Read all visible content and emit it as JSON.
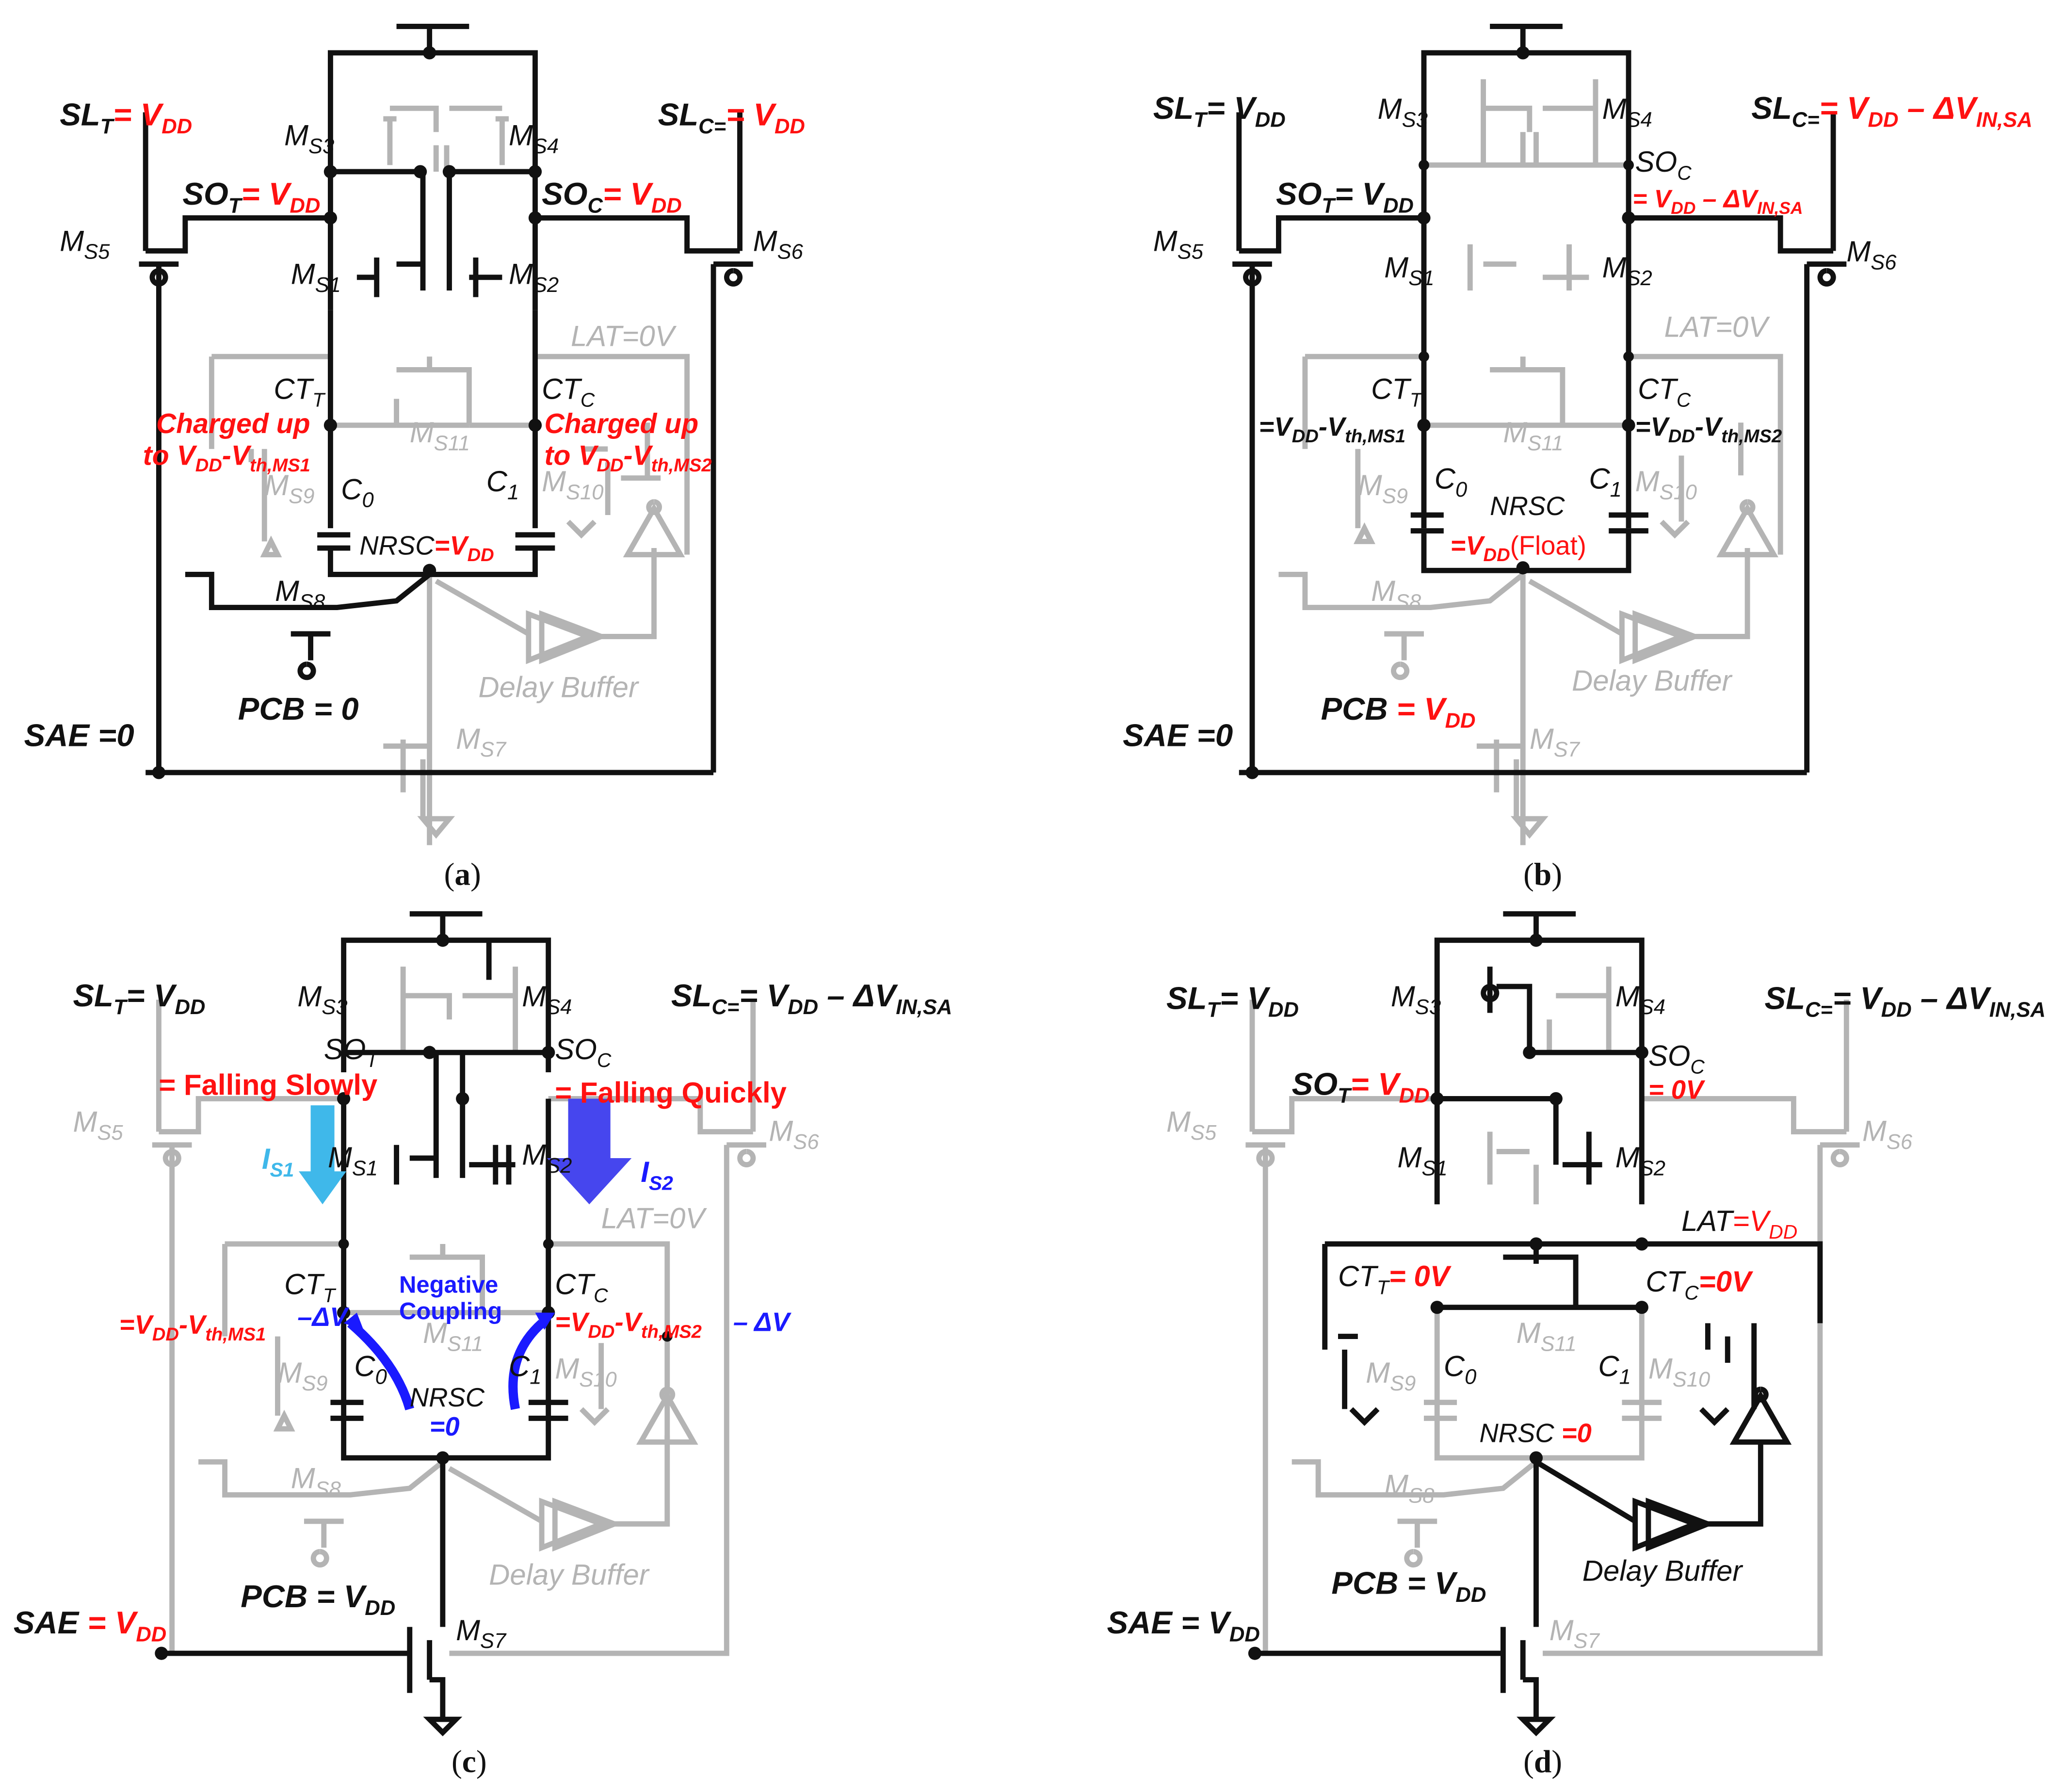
{
  "colors": {
    "black": "#111111",
    "gray": "#b4b4b4",
    "red": "#ff1111",
    "blue": "#1a1aff",
    "lightblue": "#3fb8ea",
    "arrowblue": "#4646ee"
  },
  "panels": [
    {
      "caption": "a",
      "transistors": {
        "ms3": "S3",
        "ms4": "S4",
        "ms5": "S5",
        "ms6": "S6",
        "ms1": "S1",
        "ms2": "S2",
        "ms11": "S11",
        "ms9": "S9",
        "ms10": "S10",
        "ms8": "S8",
        "ms7": "S7"
      },
      "caps": {
        "c0": "0",
        "c1": "1"
      },
      "texts": {
        "slt": "= V",
        "slt_sub": "DD",
        "slc": "= V",
        "slc_sub": "DD",
        "sot": "= V",
        "sot_sub": "DD",
        "soc": "= V",
        "soc_sub": "DD",
        "lat": "LAT=0V",
        "chg_t1": "Charged up",
        "chg_t2": "to V",
        "chg_t2a": "DD",
        "chg_t2b": "-V",
        "chg_t2c": "th,MS1",
        "chg_c1": "Charged up",
        "chg_c2": "to V",
        "chg_c2a": "DD",
        "chg_c2b": "-V",
        "chg_c2c": "th,MS2",
        "nrsc": "NRSC",
        "nrsc_val": "=V",
        "nrsc_sub": "DD",
        "pcb": "PCB",
        "pcb_val": "= 0",
        "sae": "SAE",
        "sae_val": "=0",
        "delay": "Delay Buffer"
      }
    },
    {
      "caption": "b",
      "transistors": {
        "ms3": "S3",
        "ms4": "S4",
        "ms5": "S5",
        "ms6": "S6",
        "ms1": "S1",
        "ms2": "S2",
        "ms11": "S11",
        "ms9": "S9",
        "ms10": "S10",
        "ms8": "S8",
        "ms7": "S7"
      },
      "caps": {
        "c0": "0",
        "c1": "1"
      },
      "texts": {
        "slt": "= V",
        "slt_sub": "DD",
        "slc": "= V",
        "slc_sub": "DD",
        "slc_tail": " – ΔV",
        "slc_tail_sub": "IN,SA",
        "sot": "= V",
        "sot_sub": "DD",
        "soc_val": "= V",
        "soc_val_sub": "DD",
        "soc_val_tail": " – ΔV",
        "soc_val_tail_sub": "IN,SA",
        "lat": "LAT=0V",
        "ctt_val": "=V",
        "ctt_val_sub": "DD",
        "ctt_val_b": "-V",
        "ctt_val_bsub": "th,MS1",
        "ctc_val": "=V",
        "ctc_val_sub": "DD",
        "ctc_val_b": "-V",
        "ctc_val_bsub": "th,MS2",
        "nrsc": "NRSC",
        "nrsc_val": "=V",
        "nrsc_sub": "DD",
        "nrsc_float": "(Float)",
        "pcb": "PCB",
        "pcb_val": "= V",
        "pcb_sub": "DD",
        "sae": "SAE",
        "sae_val": "=0",
        "delay": "Delay Buffer"
      }
    },
    {
      "caption": "c",
      "transistors": {
        "ms3": "S3",
        "ms4": "S4",
        "ms5": "S5",
        "ms6": "S6",
        "ms1": "S1",
        "ms2": "S2",
        "ms11": "S11",
        "ms9": "S9",
        "ms10": "S10",
        "ms8": "S8",
        "ms7": "S7"
      },
      "caps": {
        "c0": "0",
        "c1": "1"
      },
      "texts": {
        "slt": "= V",
        "slt_sub": "DD",
        "slc": "= V",
        "slc_sub": "DD",
        "slc_tail": " – ΔV",
        "slc_tail_sub": "IN,SA",
        "sot_fall": "= Falling Slowly",
        "soc_fall": "= Falling Quickly",
        "is1": "I",
        "is1_sub": "S1",
        "is2": "I",
        "is2_sub": "S2",
        "lat": "LAT=0V",
        "neg1": "Negative",
        "neg2": "Coupling",
        "ctt_val": "=V",
        "ctt_val_sub": "DD",
        "ctt_val_b": "-V",
        "ctt_val_bsub": "th,MS1",
        "ctt_dv": "–ΔV",
        "ctc_val": "=V",
        "ctc_val_sub": "DD",
        "ctc_val_b": "-V",
        "ctc_val_bsub": "th,MS2",
        "ctc_dv": "– ΔV",
        "nrsc": "NRSC",
        "nrsc_val": "=0",
        "pcb": "PCB",
        "pcb_val": "= V",
        "pcb_sub": "DD",
        "sae": "SAE",
        "sae_val": "= V",
        "sae_sub": "DD",
        "delay": "Delay Buffer"
      }
    },
    {
      "caption": "d",
      "transistors": {
        "ms3": "S3",
        "ms4": "S4",
        "ms5": "S5",
        "ms6": "S6",
        "ms1": "S1",
        "ms2": "S2",
        "ms11": "S11",
        "ms9": "S9",
        "ms10": "S10",
        "ms8": "S8",
        "ms7": "S7"
      },
      "caps": {
        "c0": "0",
        "c1": "1"
      },
      "texts": {
        "slt": "= V",
        "slt_sub": "DD",
        "slc": "= V",
        "slc_sub": "DD",
        "slc_tail": " – ΔV",
        "slc_tail_sub": "IN,SA",
        "sot": "= V",
        "sot_sub": "DD",
        "soc_val": "= 0V",
        "lat": "LAT",
        "lat_val": "=V",
        "lat_sub": "DD",
        "ctt_val": "= 0V",
        "ctc_val": "=0V",
        "nrsc": "NRSC",
        "nrsc_val": "=0",
        "pcb": "PCB",
        "pcb_val": "= V",
        "pcb_sub": "DD",
        "sae": "SAE",
        "sae_val": "= V",
        "sae_sub": "DD",
        "delay": "Delay Buffer"
      }
    }
  ]
}
